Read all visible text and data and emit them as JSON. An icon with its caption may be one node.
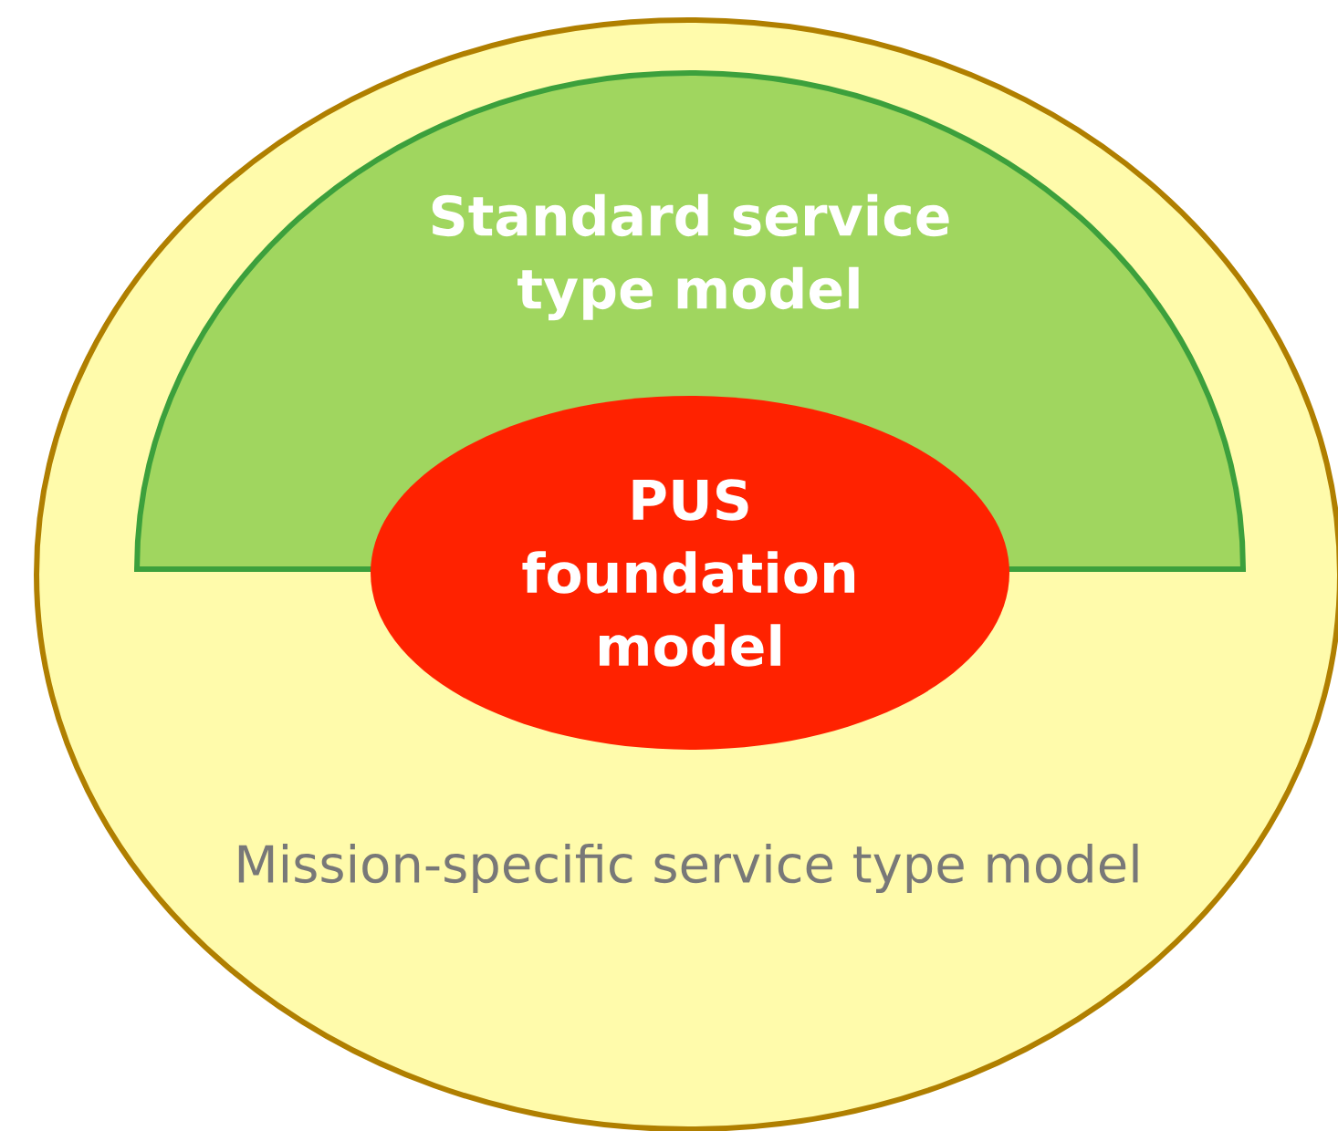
{
  "diagram": {
    "nodes": [
      {
        "text": [
          "Mission-specific service type model"
        ]
      },
      {
        "text": [
          "Standard service type model"
        ],
        "in": 0
      },
      {
        "text": [
          "PUS foundation model"
        ],
        "in": 0
      }
    ]
  }
}
